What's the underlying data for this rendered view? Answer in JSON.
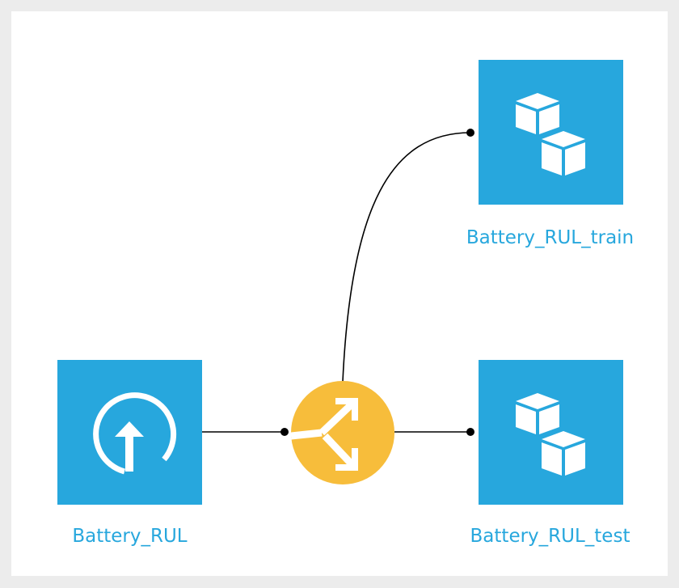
{
  "flow": {
    "nodes": {
      "source": {
        "label": "Battery_RUL",
        "kind": "uploaded-dataset",
        "icon": "upload-arrow-icon"
      },
      "train": {
        "label": "Battery_RUL_train",
        "kind": "dataset",
        "icon": "stacked-cubes-icon"
      },
      "test": {
        "label": "Battery_RUL_test",
        "kind": "dataset",
        "icon": "stacked-cubes-icon"
      }
    },
    "recipe": {
      "kind": "split-recipe",
      "icon": "split-arrows-icon"
    },
    "edges": [
      {
        "from": "source",
        "to": "recipe"
      },
      {
        "from": "recipe",
        "to": "train"
      },
      {
        "from": "recipe",
        "to": "test"
      }
    ]
  },
  "colors": {
    "dataset": "#27a7dd",
    "recipe": "#f7bd3b",
    "label": "#27a7dd",
    "wire": "#000000",
    "canvas": "#ffffff",
    "frame": "#ececec"
  }
}
